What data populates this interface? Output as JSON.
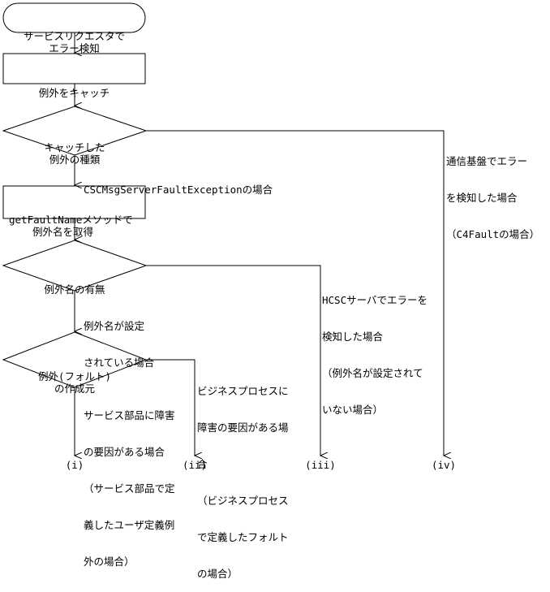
{
  "nodes": {
    "start": [
      "サービスリクエスタで",
      "エラー検知"
    ],
    "catch": [
      "例外をキャッチ"
    ],
    "decision_type": [
      "キャッチした",
      "例外の種類"
    ],
    "get_name": [
      "getFaultNameメソッドで",
      "例外名を取得"
    ],
    "decision_name": [
      "例外名の有無"
    ],
    "decision_origin": [
      "例外(フォルト)",
      "の作成元"
    ]
  },
  "edge_labels": {
    "type_scms": [
      "CSCMsgServerFaultExceptionの場合"
    ],
    "type_comm": [
      "通信基盤でエラー",
      "を検知した場合",
      "（C4Faultの場合）"
    ],
    "name_set": [
      "例外名が設定",
      "されている場合"
    ],
    "name_unset": [
      "HCSCサーバでエラーを",
      "検知した場合",
      "（例外名が設定されて",
      "いない場合）"
    ],
    "origin_service": [
      "サービス部品に障害",
      "の要因がある場合",
      "（サービス部品で定",
      "義したユーザ定義例",
      "外の場合）"
    ],
    "origin_process": [
      "ビジネスプロセスに",
      "障害の要因がある場",
      "合",
      "（ビジネスプロセス",
      "で定義したフォルト",
      "の場合）"
    ]
  },
  "outcomes": [
    "(i)",
    "(ii)",
    "(iii)",
    "(iv)"
  ]
}
